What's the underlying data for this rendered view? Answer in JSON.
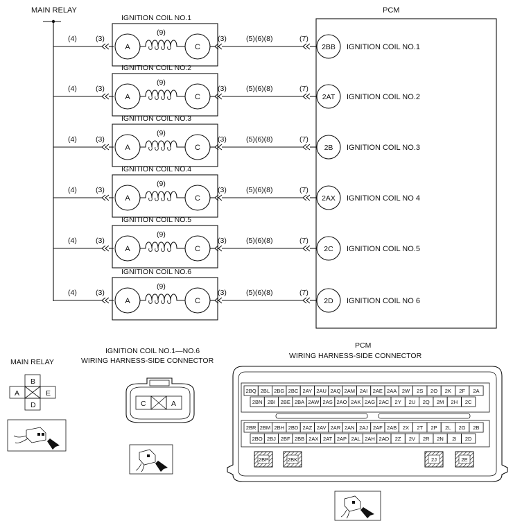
{
  "main_relay_label": "MAIN RELAY",
  "pcm_label": "PCM",
  "coils": [
    {
      "title": "IGNITION COIL NO.1",
      "terminal_left": "A",
      "terminal_right": "C",
      "pcm_terminal": "2BB",
      "pcm_signal": "IGNITION COIL NO.1"
    },
    {
      "title": "IGNITION COIL NO.2",
      "terminal_left": "A",
      "terminal_right": "C",
      "pcm_terminal": "2AT",
      "pcm_signal": "IGNITION COIL NO.2"
    },
    {
      "title": "IGNITION COIL NO.3",
      "terminal_left": "A",
      "terminal_right": "C",
      "pcm_terminal": "2B",
      "pcm_signal": "IGNITION COIL NO.3"
    },
    {
      "title": "IGNITION COIL NO.4",
      "terminal_left": "A",
      "terminal_right": "C",
      "pcm_terminal": "2AX",
      "pcm_signal": "IGNITION COIL NO 4"
    },
    {
      "title": "IGNITION COIL NO.5",
      "terminal_left": "A",
      "terminal_right": "C",
      "pcm_terminal": "2C",
      "pcm_signal": "IGNITION COIL NO.5"
    },
    {
      "title": "IGNITION COIL NO.6",
      "terminal_left": "A",
      "terminal_right": "C",
      "pcm_terminal": "2D",
      "pcm_signal": "IGNITION COIL NO 6"
    }
  ],
  "circuit_refs": {
    "relay_side": "(4)",
    "coil_in": "(3)",
    "coil_winding": "(9)",
    "coil_out": "(3)",
    "harness": "(5)(6)(8)",
    "pcm_in": "(7)"
  },
  "main_relay_connector": {
    "title": "MAIN RELAY",
    "terminals": [
      "A",
      "B",
      "D",
      "E"
    ]
  },
  "coil_connector": {
    "title_line1": "IGNITION COIL NO.1—NO.6",
    "title_line2": "WIRING HARNESS-SIDE CONNECTOR",
    "terminals": [
      "C",
      "A"
    ]
  },
  "pcm_connector": {
    "title_line1": "PCM",
    "title_line2": "WIRING HARNESS-SIDE CONNECTOR",
    "upper_row1": [
      "2BQ",
      "2BL",
      "2BG",
      "2BC",
      "2AY",
      "2AU",
      "2AQ",
      "2AM",
      "2AI",
      "2AE",
      "2AA",
      "2W",
      "2S",
      "2O",
      "2K",
      "2F",
      "2A"
    ],
    "upper_row2": [
      "2BN",
      "2BI",
      "2BE",
      "2BA",
      "2AW",
      "2AS",
      "2AO",
      "2AK",
      "2AG",
      "2AC",
      "2Y",
      "2U",
      "2Q",
      "2M",
      "2H",
      "2C"
    ],
    "lower_row1": [
      "2BR",
      "2BM",
      "2BH",
      "2BD",
      "2AZ",
      "2AV",
      "2AR",
      "2AN",
      "2AJ",
      "2AF",
      "2AB",
      "2X",
      "2T",
      "2P",
      "2L",
      "2G",
      "2B"
    ],
    "lower_row2": [
      "2BO",
      "2BJ",
      "2BF",
      "2BB",
      "2AX",
      "2AT",
      "2AP",
      "2AL",
      "2AH",
      "2AD",
      "2Z",
      "2V",
      "2R",
      "2N",
      "2I",
      "2D"
    ],
    "keys": [
      "2BP",
      "2BK",
      "2J",
      "2E"
    ]
  }
}
